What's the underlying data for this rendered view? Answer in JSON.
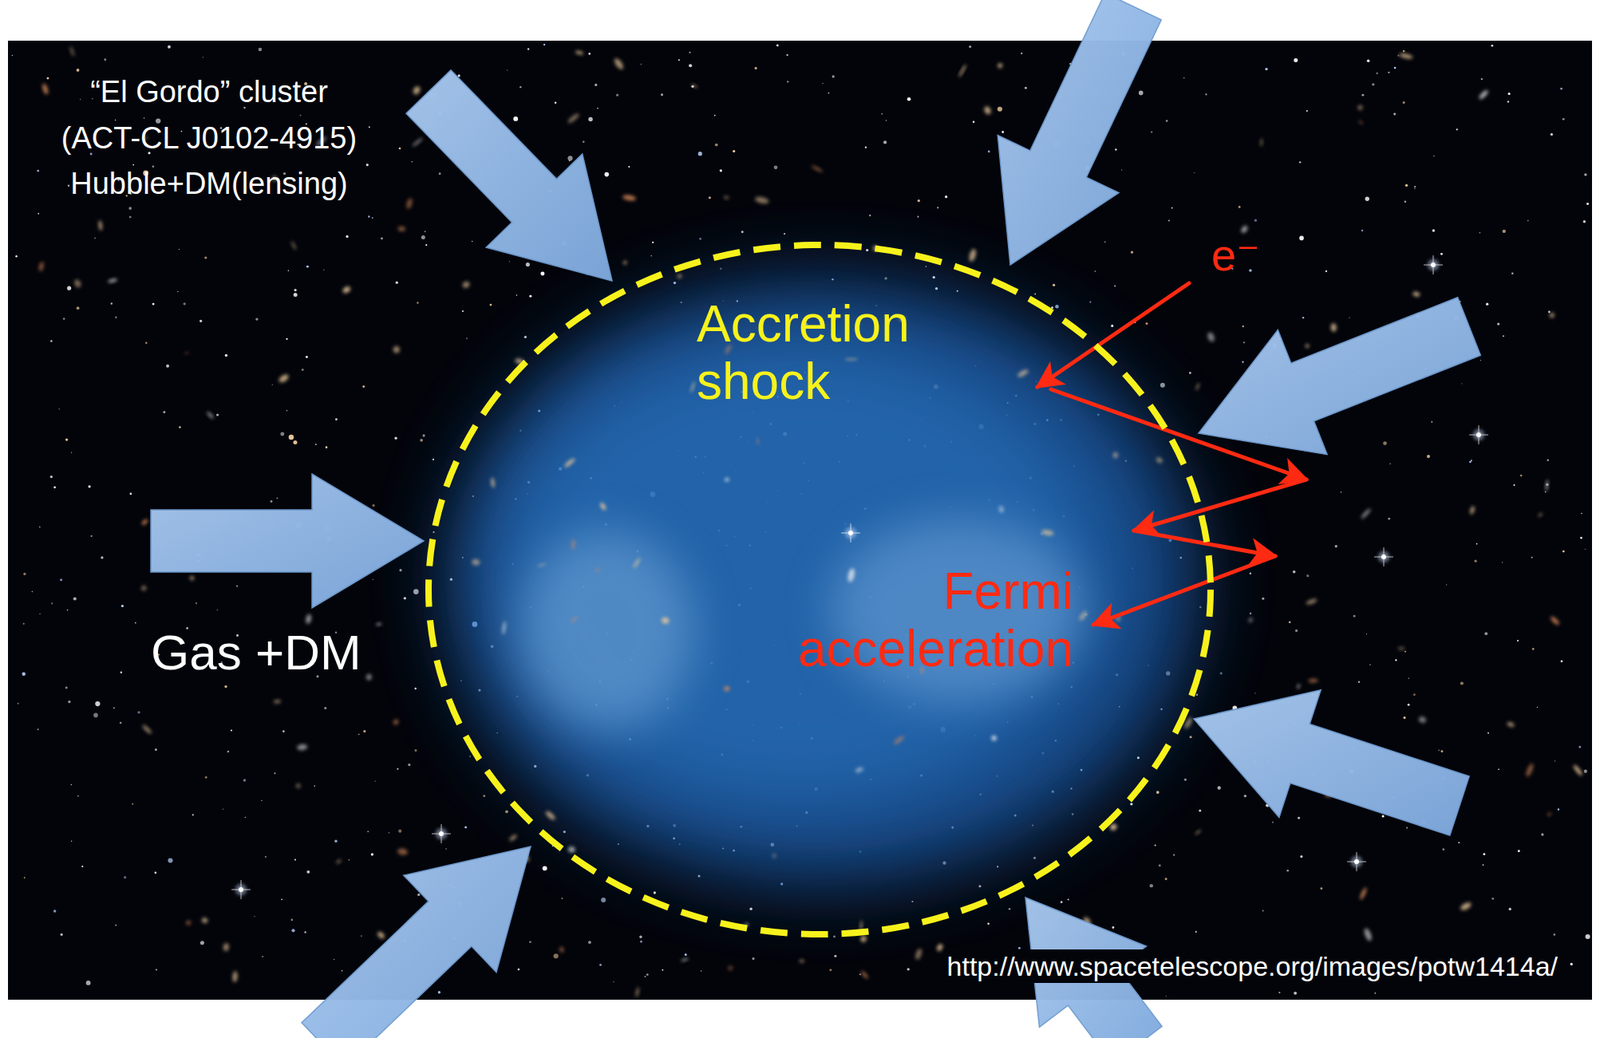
{
  "diagram": {
    "nodes": [
      {
        "text": [
          "Accretion shock",
          "Fermi acceleration"
        ]
      }
    ],
    "labels": [
      "“El Gordo” cluster",
      "(ACT-CL J0102-4915)",
      "Hubble+DM(lensing)",
      "e⁻",
      "Gas +DM",
      "http://www.spacetelescope.org/images/potw1414a/"
    ]
  }
}
